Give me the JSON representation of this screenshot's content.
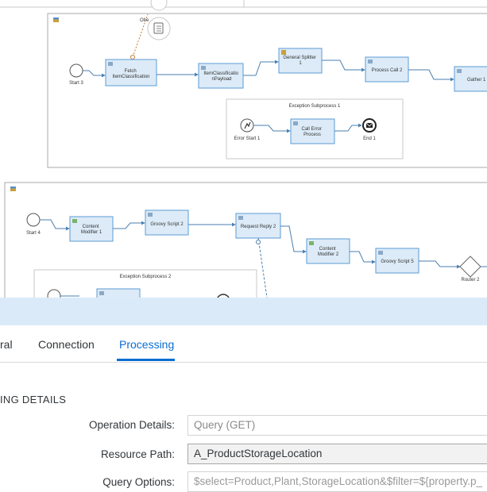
{
  "diagram": {
    "lane1": {
      "cut_label": "Obe",
      "start": "Start 3",
      "tasks": [
        "Fetch ItemClassification",
        "ItemClassificatio nPayload",
        "General Splitter 1",
        "Process Call 2",
        "Gather 1"
      ],
      "subprocess": {
        "title": "Exception Subprocess 1",
        "error_start": "Error Start 1",
        "task": "Call Error Process",
        "end": "End 1"
      }
    },
    "lane2": {
      "start": "Start 4",
      "tasks": [
        "Content Modifier 1",
        "Groovy Script 2",
        "Request Reply 2",
        "Content Modifier 2",
        "Groovy Script 5"
      ],
      "router": "Router 2",
      "subprocess": {
        "title": "Exception Subprocess 2"
      }
    }
  },
  "tabs": [
    {
      "label": "ral",
      "active": false
    },
    {
      "label": "Connection",
      "active": false
    },
    {
      "label": "Processing",
      "active": true
    }
  ],
  "section_title": "ING DETAILS",
  "fields": [
    {
      "label": "Operation Details:",
      "value": "Query (GET)"
    },
    {
      "label": "Resource Path:",
      "value": "A_ProductStorageLocation"
    },
    {
      "label": "Query Options:",
      "value": "$select=Product,Plant,StorageLocation&$filter=${property.p_"
    }
  ],
  "colors": {
    "accent": "#0a6ed1",
    "node_fill": "#dcebf7",
    "node_stroke": "#5b9bd5",
    "band": "#dbeaf8"
  }
}
